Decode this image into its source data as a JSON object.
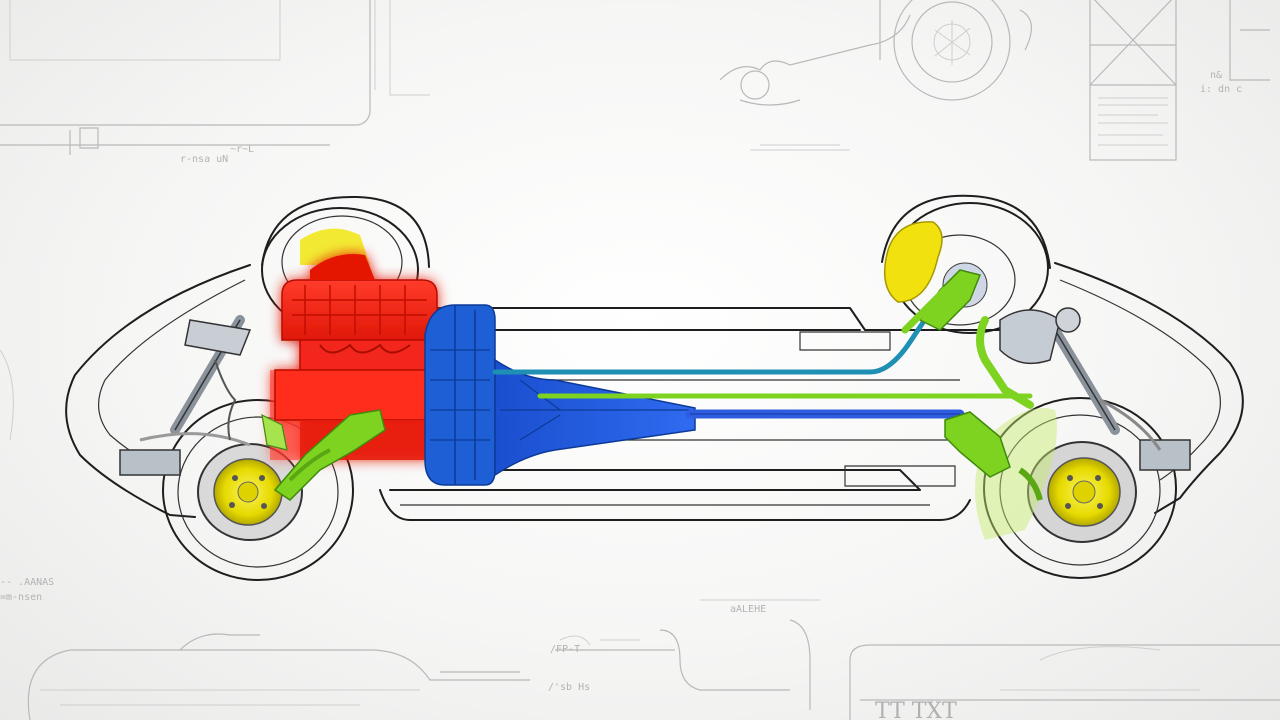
{
  "figure": {
    "subject": "car-chassis-drivetrain-illustration",
    "colors": {
      "background": "#f3f3f2",
      "outline": "#1e1e1e",
      "engine": "#ff2a1a",
      "transmission": "#1e5fd6",
      "driveshaft_blue": "#2f5de0",
      "steering_teal": "#1f8fb3",
      "suspension_green": "#7ed321",
      "wheel_hub_yellow": "#f1e70f",
      "sketch_lines": "#b9b9b9"
    },
    "components": [
      "engine-block",
      "transmission",
      "driveshaft",
      "brake-lines",
      "front-suspension",
      "rear-suspension",
      "wheel-hubs",
      "front-wheels",
      "rear-wheels"
    ]
  }
}
